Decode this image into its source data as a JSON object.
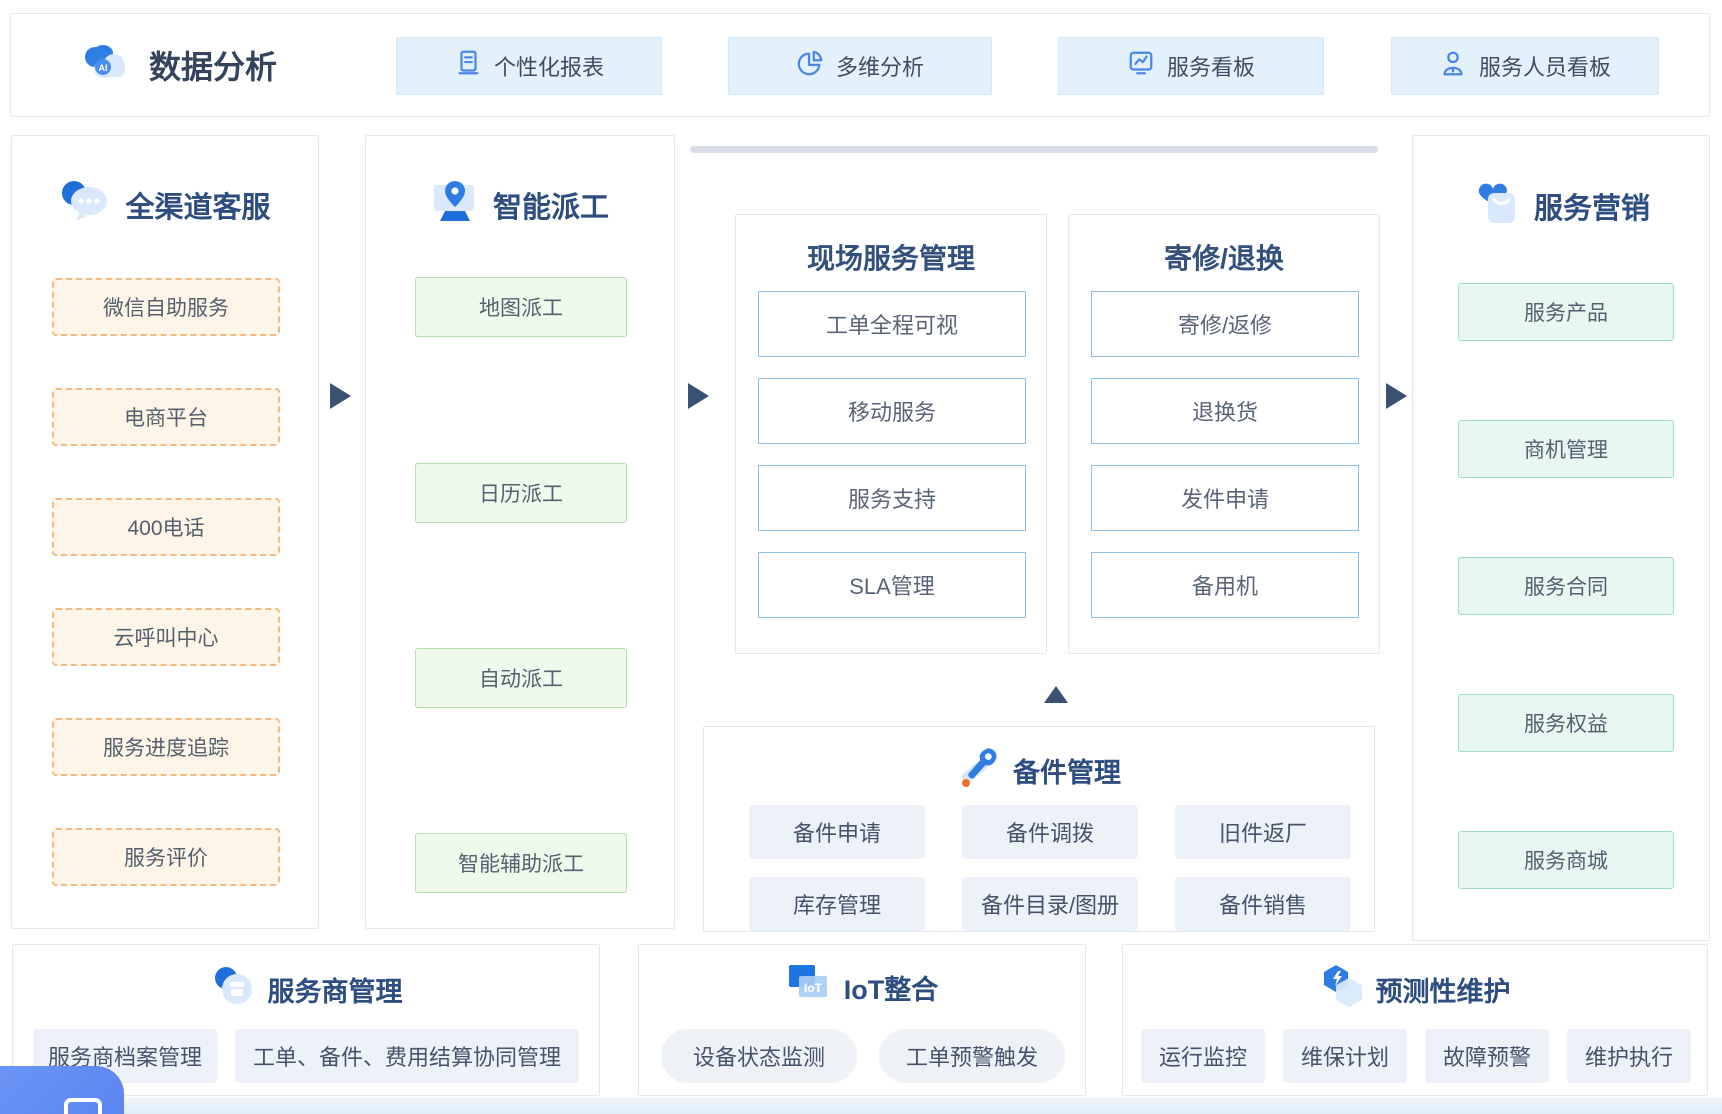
{
  "colors": {
    "accent_blue": "#2f7de2",
    "header_text": "#2e4d80",
    "arrow": "#3b5174",
    "orange_dashed_border": "#f3b982",
    "green_border": "#b6e0ae",
    "mint_border": "#9fdcc8",
    "blue_box_border": "#8fc0ea",
    "gray_box_bg": "#edf1f8",
    "top_button_bg": "#e3f1fd",
    "fab_blue": "#5f8cf5"
  },
  "top_bar": {
    "title": "数据分析",
    "logo_badge": "AI",
    "buttons": [
      {
        "icon": "report-icon",
        "label": "个性化报表"
      },
      {
        "icon": "pie-chart-icon",
        "label": "多维分析"
      },
      {
        "icon": "dashboard-icon",
        "label": "服务看板"
      },
      {
        "icon": "person-icon",
        "label": "服务人员看板"
      }
    ]
  },
  "omni_channel": {
    "title": "全渠道客服",
    "items": [
      "微信自助服务",
      "电商平台",
      "400电话",
      "云呼叫中心",
      "服务进度追踪",
      "服务评价"
    ]
  },
  "dispatch": {
    "title": "智能派工",
    "items": [
      "地图派工",
      "日历派工",
      "自动派工",
      "智能辅助派工"
    ]
  },
  "field_service": {
    "title": "现场服务管理",
    "items": [
      "工单全程可视",
      "移动服务",
      "服务支持",
      "SLA管理"
    ]
  },
  "repair_return": {
    "title": "寄修/退换",
    "items": [
      "寄修/返修",
      "退换货",
      "发件申请",
      "备用机"
    ]
  },
  "spare_parts": {
    "title": "备件管理",
    "row1": [
      "备件申请",
      "备件调拨",
      "旧件返厂"
    ],
    "row2": [
      "库存管理",
      "备件目录/图册",
      "备件销售"
    ]
  },
  "marketing": {
    "title": "服务营销",
    "items": [
      "服务产品",
      "商机管理",
      "服务合同",
      "服务权益",
      "服务商城"
    ]
  },
  "provider": {
    "title": "服务商管理",
    "items": [
      "服务商档案管理",
      "工单、备件、费用结算协同管理"
    ]
  },
  "iot": {
    "title": "IoT整合",
    "icon_label": "IoT",
    "items": [
      "设备状态监测",
      "工单预警触发"
    ]
  },
  "predictive": {
    "title": "预测性维护",
    "items": [
      "运行监控",
      "维保计划",
      "故障预警",
      "维护执行"
    ]
  }
}
